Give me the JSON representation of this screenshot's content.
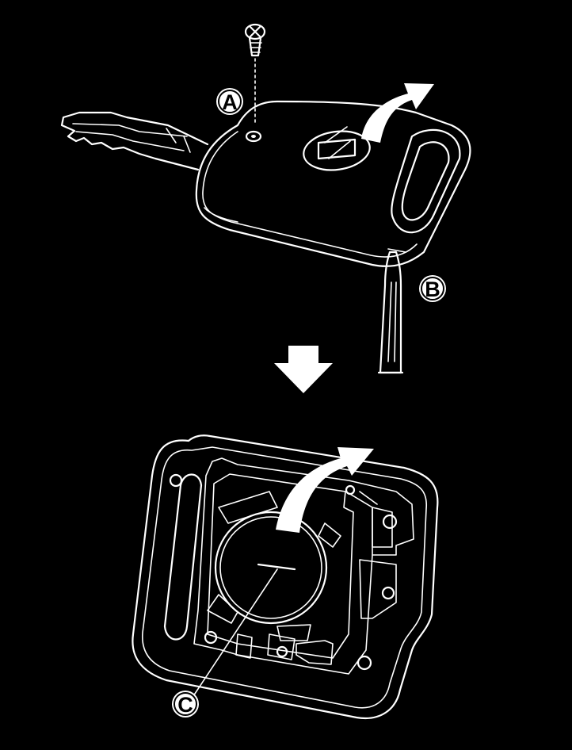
{
  "colors": {
    "background": "#000000",
    "line": "#ffffff"
  },
  "labels": {
    "a": "A",
    "b": "B",
    "c": "C"
  },
  "icons": {
    "screw": "screw-icon",
    "arrow_open_lid": "curved-arrow-icon",
    "down_arrow": "down-arrow-icon",
    "screwdriver": "screwdriver-icon",
    "arrow_remove_battery": "curved-arrow-icon"
  }
}
